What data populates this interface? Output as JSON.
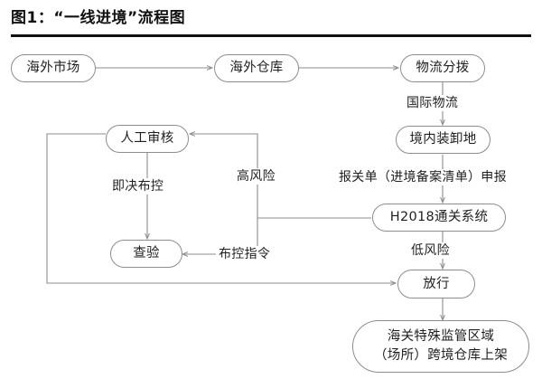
{
  "figure": {
    "title": "图1：“一线进境”流程图",
    "rule_color": "#111111",
    "background": "#ffffff",
    "node_border_color": "#8d8d8d",
    "line_color": "#8d8d8d",
    "text_color": "#1f1f1f"
  },
  "nodes": [
    {
      "id": "overseas-market",
      "label": "海外市场"
    },
    {
      "id": "overseas-warehouse",
      "label": "海外仓库"
    },
    {
      "id": "logistics-sorting",
      "label": "物流分拨"
    },
    {
      "id": "domestic-loading",
      "label": "境内装卸地"
    },
    {
      "id": "h2018-system",
      "label": "H2018通关系统"
    },
    {
      "id": "manual-review",
      "label": "人工审核"
    },
    {
      "id": "inspection",
      "label": "查验"
    },
    {
      "id": "release",
      "label": "放行"
    },
    {
      "id": "customs-zone",
      "label": "海关特殊监管区域\n（场所）跨境仓库上架"
    }
  ],
  "edge_labels": [
    {
      "id": "international-logistics",
      "label": "国际物流"
    },
    {
      "id": "declaration",
      "label": "报关单（进境备案清单）申报"
    },
    {
      "id": "high-risk",
      "label": "高风险"
    },
    {
      "id": "low-risk",
      "label": "低风险"
    },
    {
      "id": "immediate-control",
      "label": "即决布控"
    },
    {
      "id": "control-order",
      "label": "布控指令"
    }
  ]
}
